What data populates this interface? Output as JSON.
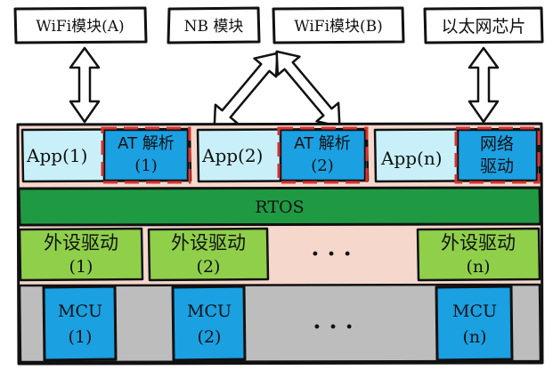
{
  "top_modules": {
    "wifi_a": "WiFi模块(A)",
    "nb": "NB 模块",
    "wifi_b": "WiFi模块(B)",
    "ethernet": "以太网芯片"
  },
  "apps": {
    "app1": {
      "label": "App(1)",
      "proto_line1": "AT 解析",
      "proto_line2": "(1)"
    },
    "app2": {
      "label": "App(2)",
      "proto_line1": "AT 解析",
      "proto_line2": "(2)"
    },
    "appn": {
      "label": "App(n)",
      "proto_line1": "网络",
      "proto_line2": "驱动"
    }
  },
  "rtos": {
    "label": "RTOS"
  },
  "drivers": {
    "d1": {
      "line1": "外设驱动",
      "line2": "(1)"
    },
    "d2": {
      "line1": "外设驱动",
      "line2": "(2)"
    },
    "dots": "· · ·",
    "dn": {
      "line1": "外设驱动",
      "line2": "(n)"
    }
  },
  "mcus": {
    "m1": {
      "line1": "MCU",
      "line2": "(1)"
    },
    "m2": {
      "line1": "MCU",
      "line2": "(2)"
    },
    "dots": "· · ·",
    "mn": {
      "line1": "MCU",
      "line2": "(n)"
    }
  },
  "colors": {
    "stack_bg": "#f6d7cc",
    "app_fill": "#c9f0f8",
    "proto_fill": "#1ba0e2",
    "rtos_fill": "#1f9a43",
    "driver_fill": "#8fcf4a",
    "mcu_bg": "#bdbdbd",
    "mcu_fill": "#1ba0e2",
    "dash_red": "#d9322f"
  }
}
